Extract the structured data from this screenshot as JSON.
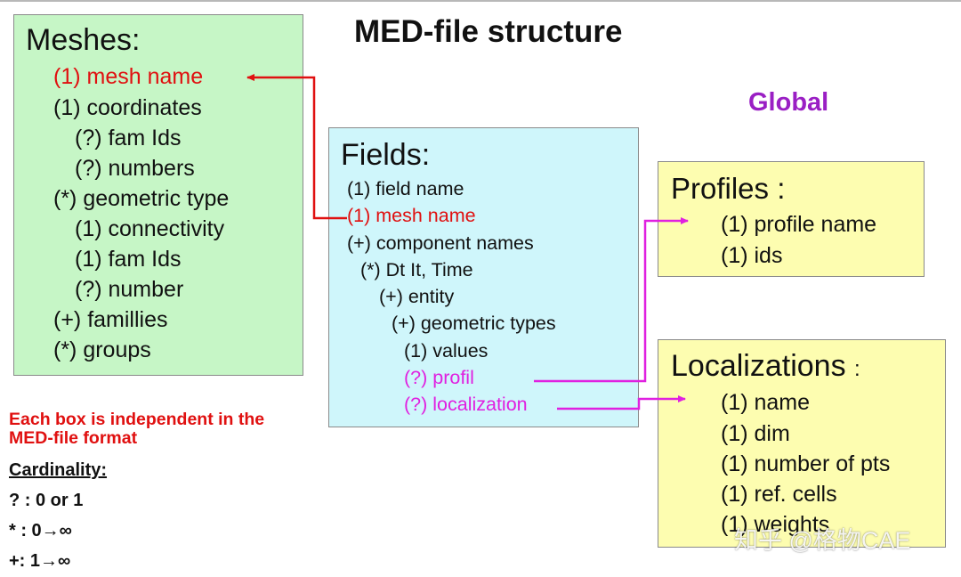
{
  "title": "MED-file structure",
  "global_label": "Global",
  "meshes": {
    "header": "Meshes:",
    "lines": [
      "(1) mesh name",
      "(1) coordinates",
      "(?) fam Ids",
      "(?) numbers",
      "(*) geometric  type",
      "(1) connectivity",
      "(1) fam Ids",
      "(?) number",
      "(+) famillies",
      "(*) groups"
    ]
  },
  "fields": {
    "header": "Fields:",
    "lines": [
      "(1) field name",
      "(1) mesh name",
      "(+) component names",
      "(*) Dt It, Time",
      "(+) entity",
      "(+) geometric types",
      "(1) values",
      "(?) profil",
      "(?) localization"
    ]
  },
  "profiles": {
    "header": "Profiles :",
    "lines": [
      "(1) profile name",
      "(1) ids"
    ]
  },
  "localizations": {
    "header": "Localizations",
    "header_suffix": ":",
    "lines": [
      "(1) name",
      "(1) dim",
      "(1) number of pts",
      "(1) ref. cells",
      "(1) weights"
    ]
  },
  "notes": {
    "independent_line1": "Each box is independent in the",
    "independent_line2": "MED-file format",
    "cardinality_title": "Cardinality:",
    "card_optional": "? : 0 or 1",
    "card_many": "* : 0→∞",
    "card_one_or_more": "+: 1→∞"
  },
  "colors": {
    "meshes_bg": "#c6f6c6",
    "fields_bg": "#cff6fb",
    "global_bg": "#fdfdb0",
    "link_red": "#e01010",
    "link_magenta": "#e020e0",
    "global_text": "#9a1fc4"
  },
  "watermark": "知乎 @格物CAE"
}
